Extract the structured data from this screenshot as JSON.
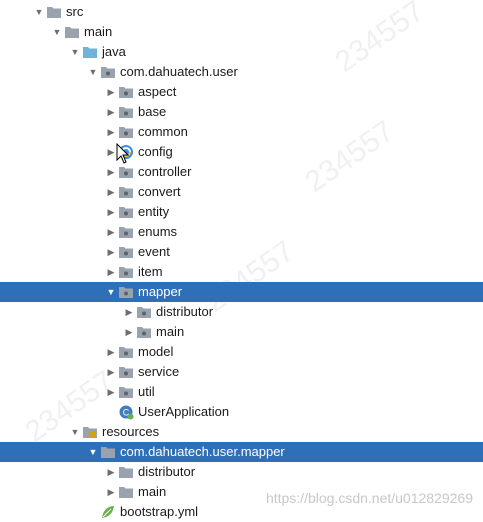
{
  "tree": [
    {
      "label": "src",
      "depth": 0,
      "expanded": true,
      "icon": "folder-gray",
      "selected": false
    },
    {
      "label": "main",
      "depth": 1,
      "expanded": true,
      "icon": "folder-gray",
      "selected": false
    },
    {
      "label": "java",
      "depth": 2,
      "expanded": true,
      "icon": "folder-source",
      "selected": false
    },
    {
      "label": "com.dahuatech.user",
      "depth": 3,
      "expanded": true,
      "icon": "package",
      "selected": false
    },
    {
      "label": "aspect",
      "depth": 4,
      "expanded": false,
      "icon": "package",
      "selected": false
    },
    {
      "label": "base",
      "depth": 4,
      "expanded": false,
      "icon": "package",
      "selected": false
    },
    {
      "label": "common",
      "depth": 4,
      "expanded": false,
      "icon": "package",
      "selected": false
    },
    {
      "label": "config",
      "depth": 4,
      "expanded": false,
      "icon": "package-loading",
      "selected": false
    },
    {
      "label": "controller",
      "depth": 4,
      "expanded": false,
      "icon": "package",
      "selected": false
    },
    {
      "label": "convert",
      "depth": 4,
      "expanded": false,
      "icon": "package",
      "selected": false
    },
    {
      "label": "entity",
      "depth": 4,
      "expanded": false,
      "icon": "package",
      "selected": false
    },
    {
      "label": "enums",
      "depth": 4,
      "expanded": false,
      "icon": "package",
      "selected": false
    },
    {
      "label": "event",
      "depth": 4,
      "expanded": false,
      "icon": "package",
      "selected": false
    },
    {
      "label": "item",
      "depth": 4,
      "expanded": false,
      "icon": "package",
      "selected": false
    },
    {
      "label": "mapper",
      "depth": 4,
      "expanded": true,
      "icon": "package",
      "selected": true
    },
    {
      "label": "distributor",
      "depth": 5,
      "expanded": false,
      "icon": "package",
      "selected": false
    },
    {
      "label": "main",
      "depth": 5,
      "expanded": false,
      "icon": "package",
      "selected": false
    },
    {
      "label": "model",
      "depth": 4,
      "expanded": false,
      "icon": "package",
      "selected": false
    },
    {
      "label": "service",
      "depth": 4,
      "expanded": false,
      "icon": "package",
      "selected": false
    },
    {
      "label": "util",
      "depth": 4,
      "expanded": false,
      "icon": "package",
      "selected": false
    },
    {
      "label": "UserApplication",
      "depth": 4,
      "expanded": null,
      "icon": "spring-class",
      "selected": false
    },
    {
      "label": "resources",
      "depth": 2,
      "expanded": true,
      "icon": "folder-resources",
      "selected": false
    },
    {
      "label": "com.dahuatech.user.mapper",
      "depth": 3,
      "expanded": true,
      "icon": "folder-gray",
      "selected": true
    },
    {
      "label": "distributor",
      "depth": 4,
      "expanded": false,
      "icon": "folder-gray",
      "selected": false
    },
    {
      "label": "main",
      "depth": 4,
      "expanded": false,
      "icon": "folder-gray",
      "selected": false
    },
    {
      "label": "bootstrap.yml",
      "depth": 3,
      "expanded": null,
      "icon": "yml-file",
      "selected": false
    }
  ],
  "watermark": "https://blog.csdn.net/u012829269",
  "background_marks": [
    "234557",
    "234557",
    "234557",
    "234557"
  ],
  "colors": {
    "selection": "#2f6fb7",
    "folder_gray": "#9aa3ad",
    "folder_source": "#6fb3d8",
    "package_dot": "#5a636d",
    "spring": "#6ab04c"
  }
}
